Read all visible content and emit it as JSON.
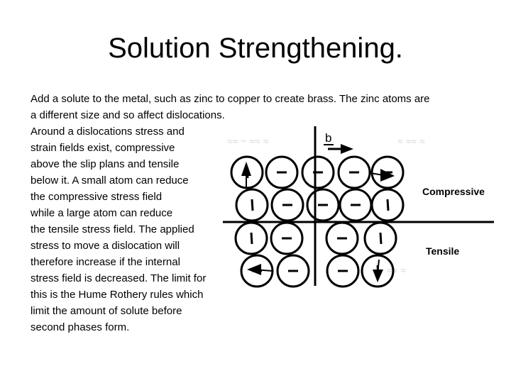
{
  "slide": {
    "title": "Solution Strengthening.",
    "paragraph_lines": [
      "Add a solute to the metal, such as zinc to copper to create brass. The zinc atoms are",
      "a different size and so affect dislocations.",
      "Around a dislocations stress and",
      "strain fields exist, compressive",
      "above the slip plans and tensile",
      "below it. A small atom can reduce",
      "the compressive stress field",
      "while a large atom can reduce",
      "the tensile stress field. The applied",
      "stress to move a dislocation will",
      "therefore increase if the internal",
      "stress field is decreased. The limit for",
      "this is the Hume Rothery rules which",
      "limit the amount of solute before",
      "second phases form."
    ]
  },
  "diagram": {
    "burgers_label": "b",
    "compressive_label": "Compressive",
    "tensile_label": "Tensile",
    "atom_rows": [
      {
        "count": 5
      },
      {
        "count": 5
      },
      {
        "count": 4
      },
      {
        "count": 4
      }
    ]
  }
}
